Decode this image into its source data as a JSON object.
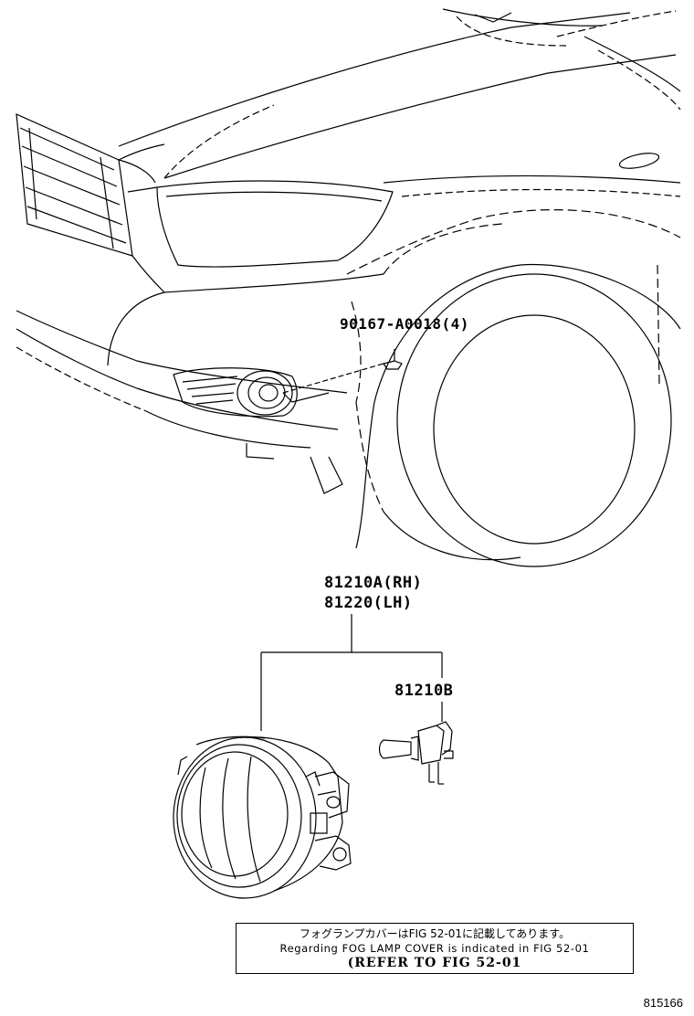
{
  "labels": {
    "bolt": "90167-A0018(4)",
    "fog_lamp_rh": "81210A(RH)",
    "fog_lamp_lh": "81220(LH)",
    "bulb": "81210B"
  },
  "note": {
    "japanese": "フォグランプカバーはFIG 52-01に記載してあります。",
    "english": "Regarding FOG LAMP COVER is indicated in FIG 52-01",
    "reference": "(REFER TO FIG 52-01"
  },
  "illustration_id": "815166"
}
